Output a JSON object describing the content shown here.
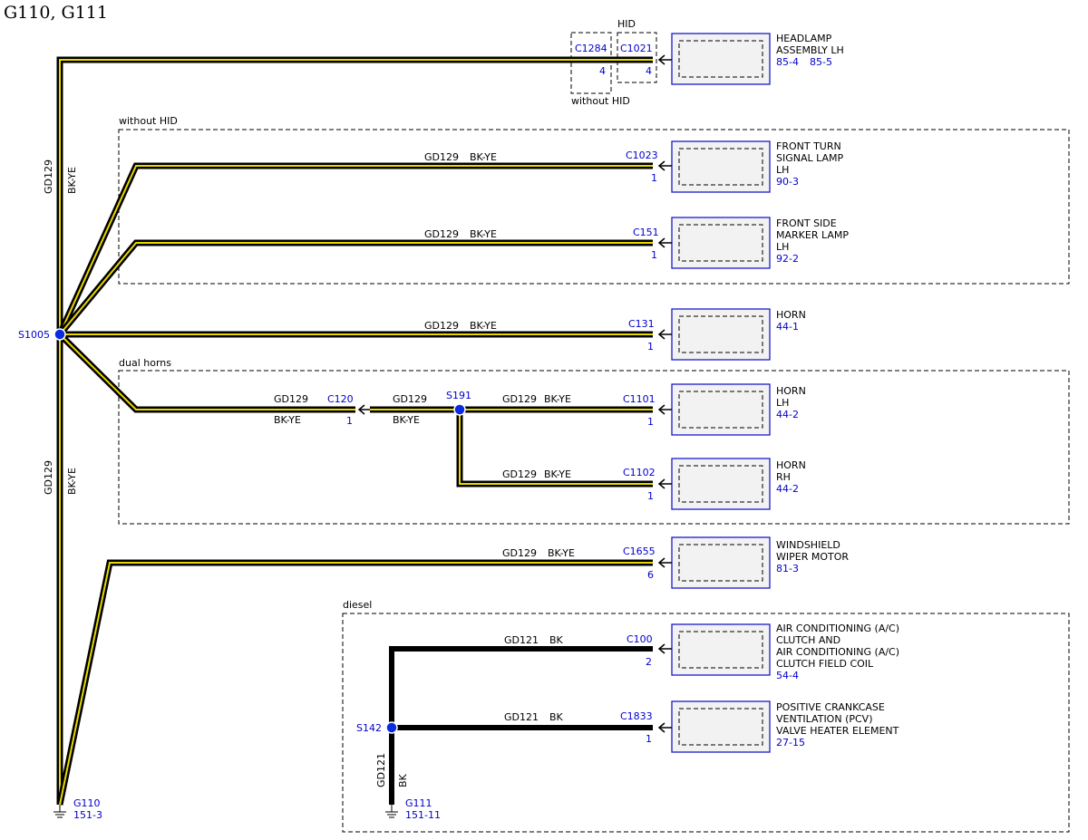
{
  "page_title": "G110, G111",
  "groups": {
    "without_hid": "without HID",
    "dual_horns": "dual horns",
    "diesel": "diesel",
    "hid": "HID",
    "without_hid_small": "without HID"
  },
  "trunk_labels": {
    "upper_circuit": "GD129",
    "upper_color": "BK-YE",
    "lower_circuit": "GD129",
    "lower_color": "BK-YE",
    "diesel_circuit": "GD121",
    "diesel_color": "BK"
  },
  "splices": {
    "s1005": "S1005",
    "s191": "S191",
    "s142": "S142"
  },
  "grounds": {
    "g110_name": "G110",
    "g110_ref": "151-3",
    "g111_name": "G111",
    "g111_ref": "151-11"
  },
  "headlamp": {
    "c1284": "C1284",
    "c1284_pin": "4",
    "c1021": "C1021",
    "c1021_pin": "4",
    "name1": "HEADLAMP",
    "name2": "ASSEMBLY LH",
    "ref1": "85-4",
    "ref2": "85-5"
  },
  "turn": {
    "circuit": "GD129",
    "color": "BK-YE",
    "connector": "C1023",
    "pin": "1",
    "name": [
      "FRONT TURN",
      "SIGNAL LAMP",
      "LH"
    ],
    "ref": "90-3"
  },
  "marker": {
    "circuit": "GD129",
    "color": "BK-YE",
    "connector": "C151",
    "pin": "1",
    "name": [
      "FRONT SIDE",
      "MARKER LAMP",
      "LH"
    ],
    "ref": "92-2"
  },
  "horn": {
    "circuit": "GD129",
    "color": "BK-YE",
    "connector": "C131",
    "pin": "1",
    "name": [
      "HORN"
    ],
    "ref": "44-1"
  },
  "c120": {
    "circuit_left": "GD129",
    "color_left": "BK-YE",
    "connector": "C120",
    "pin": "1",
    "circuit_right": "GD129",
    "color_right": "BK-YE"
  },
  "horn_lh": {
    "circuit": "GD129",
    "color": "BK-YE",
    "connector": "C1101",
    "pin": "1",
    "name": [
      "HORN",
      "LH"
    ],
    "ref": "44-2"
  },
  "horn_rh": {
    "circuit": "GD129",
    "color": "BK-YE",
    "connector": "C1102",
    "pin": "1",
    "name": [
      "HORN",
      "RH"
    ],
    "ref": "44-2"
  },
  "wiper": {
    "circuit": "GD129",
    "color": "BK-YE",
    "connector": "C1655",
    "pin": "6",
    "name": [
      "WINDSHIELD",
      "WIPER MOTOR"
    ],
    "ref": "81-3"
  },
  "ac": {
    "circuit": "GD121",
    "color": "BK",
    "connector": "C100",
    "pin": "2",
    "name": [
      "AIR CONDITIONING (A/C)",
      "CLUTCH AND",
      "AIR CONDITIONING (A/C)",
      "CLUTCH FIELD COIL"
    ],
    "ref": "54-4"
  },
  "pcv": {
    "circuit": "GD121",
    "color": "BK",
    "connector": "C1833",
    "pin": "1",
    "name": [
      "POSITIVE CRANKCASE",
      "VENTILATION (PCV)",
      "VALVE HEATER ELEMENT"
    ],
    "ref": "27-15"
  },
  "colors": {
    "wire_yellow": "#e8d800",
    "wire_black": "#000000",
    "splice_blue": "#0a2be0",
    "text_blue": "#0000cc",
    "component_border": "#1a1acc"
  }
}
